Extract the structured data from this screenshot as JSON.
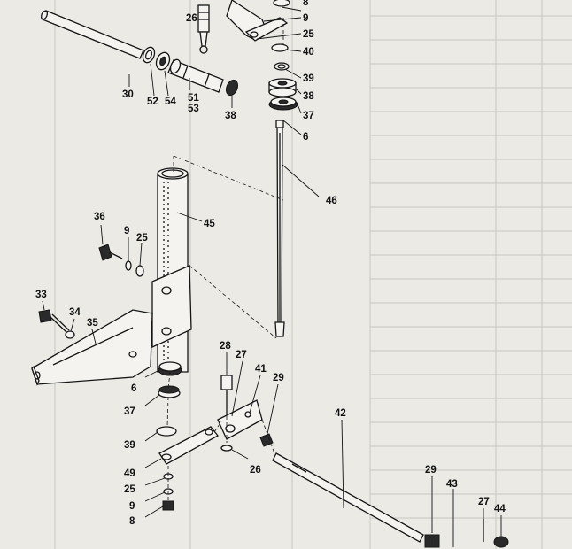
{
  "diagram": {
    "callouts": [
      {
        "id": "c8a",
        "label": "8"
      },
      {
        "id": "c9a",
        "label": "9"
      },
      {
        "id": "c26a",
        "label": "26"
      },
      {
        "id": "c25a",
        "label": "25"
      },
      {
        "id": "c40",
        "label": "40"
      },
      {
        "id": "c39a",
        "label": "39"
      },
      {
        "id": "c38a",
        "label": "38"
      },
      {
        "id": "c37a",
        "label": "37"
      },
      {
        "id": "c6a",
        "label": "6"
      },
      {
        "id": "c30",
        "label": "30"
      },
      {
        "id": "c52",
        "label": "52"
      },
      {
        "id": "c54",
        "label": "54"
      },
      {
        "id": "c51",
        "label": "51"
      },
      {
        "id": "c53",
        "label": "53"
      },
      {
        "id": "c38b",
        "label": "38"
      },
      {
        "id": "c46",
        "label": "46"
      },
      {
        "id": "c45",
        "label": "45"
      },
      {
        "id": "c36",
        "label": "36"
      },
      {
        "id": "c9b",
        "label": "9"
      },
      {
        "id": "c25b",
        "label": "25"
      },
      {
        "id": "c33",
        "label": "33"
      },
      {
        "id": "c34",
        "label": "34"
      },
      {
        "id": "c35",
        "label": "35"
      },
      {
        "id": "c28",
        "label": "28"
      },
      {
        "id": "c27a",
        "label": "27"
      },
      {
        "id": "c41",
        "label": "41"
      },
      {
        "id": "c29a",
        "label": "29"
      },
      {
        "id": "c6b",
        "label": "6"
      },
      {
        "id": "c37b",
        "label": "37"
      },
      {
        "id": "c39b",
        "label": "39"
      },
      {
        "id": "c49",
        "label": "49"
      },
      {
        "id": "c26b",
        "label": "26"
      },
      {
        "id": "c25c",
        "label": "25"
      },
      {
        "id": "c9c",
        "label": "9"
      },
      {
        "id": "c8b",
        "label": "8"
      },
      {
        "id": "c42",
        "label": "42"
      },
      {
        "id": "c29b",
        "label": "29"
      },
      {
        "id": "c43",
        "label": "43"
      },
      {
        "id": "c27b",
        "label": "27"
      },
      {
        "id": "c44",
        "label": "44"
      }
    ]
  }
}
